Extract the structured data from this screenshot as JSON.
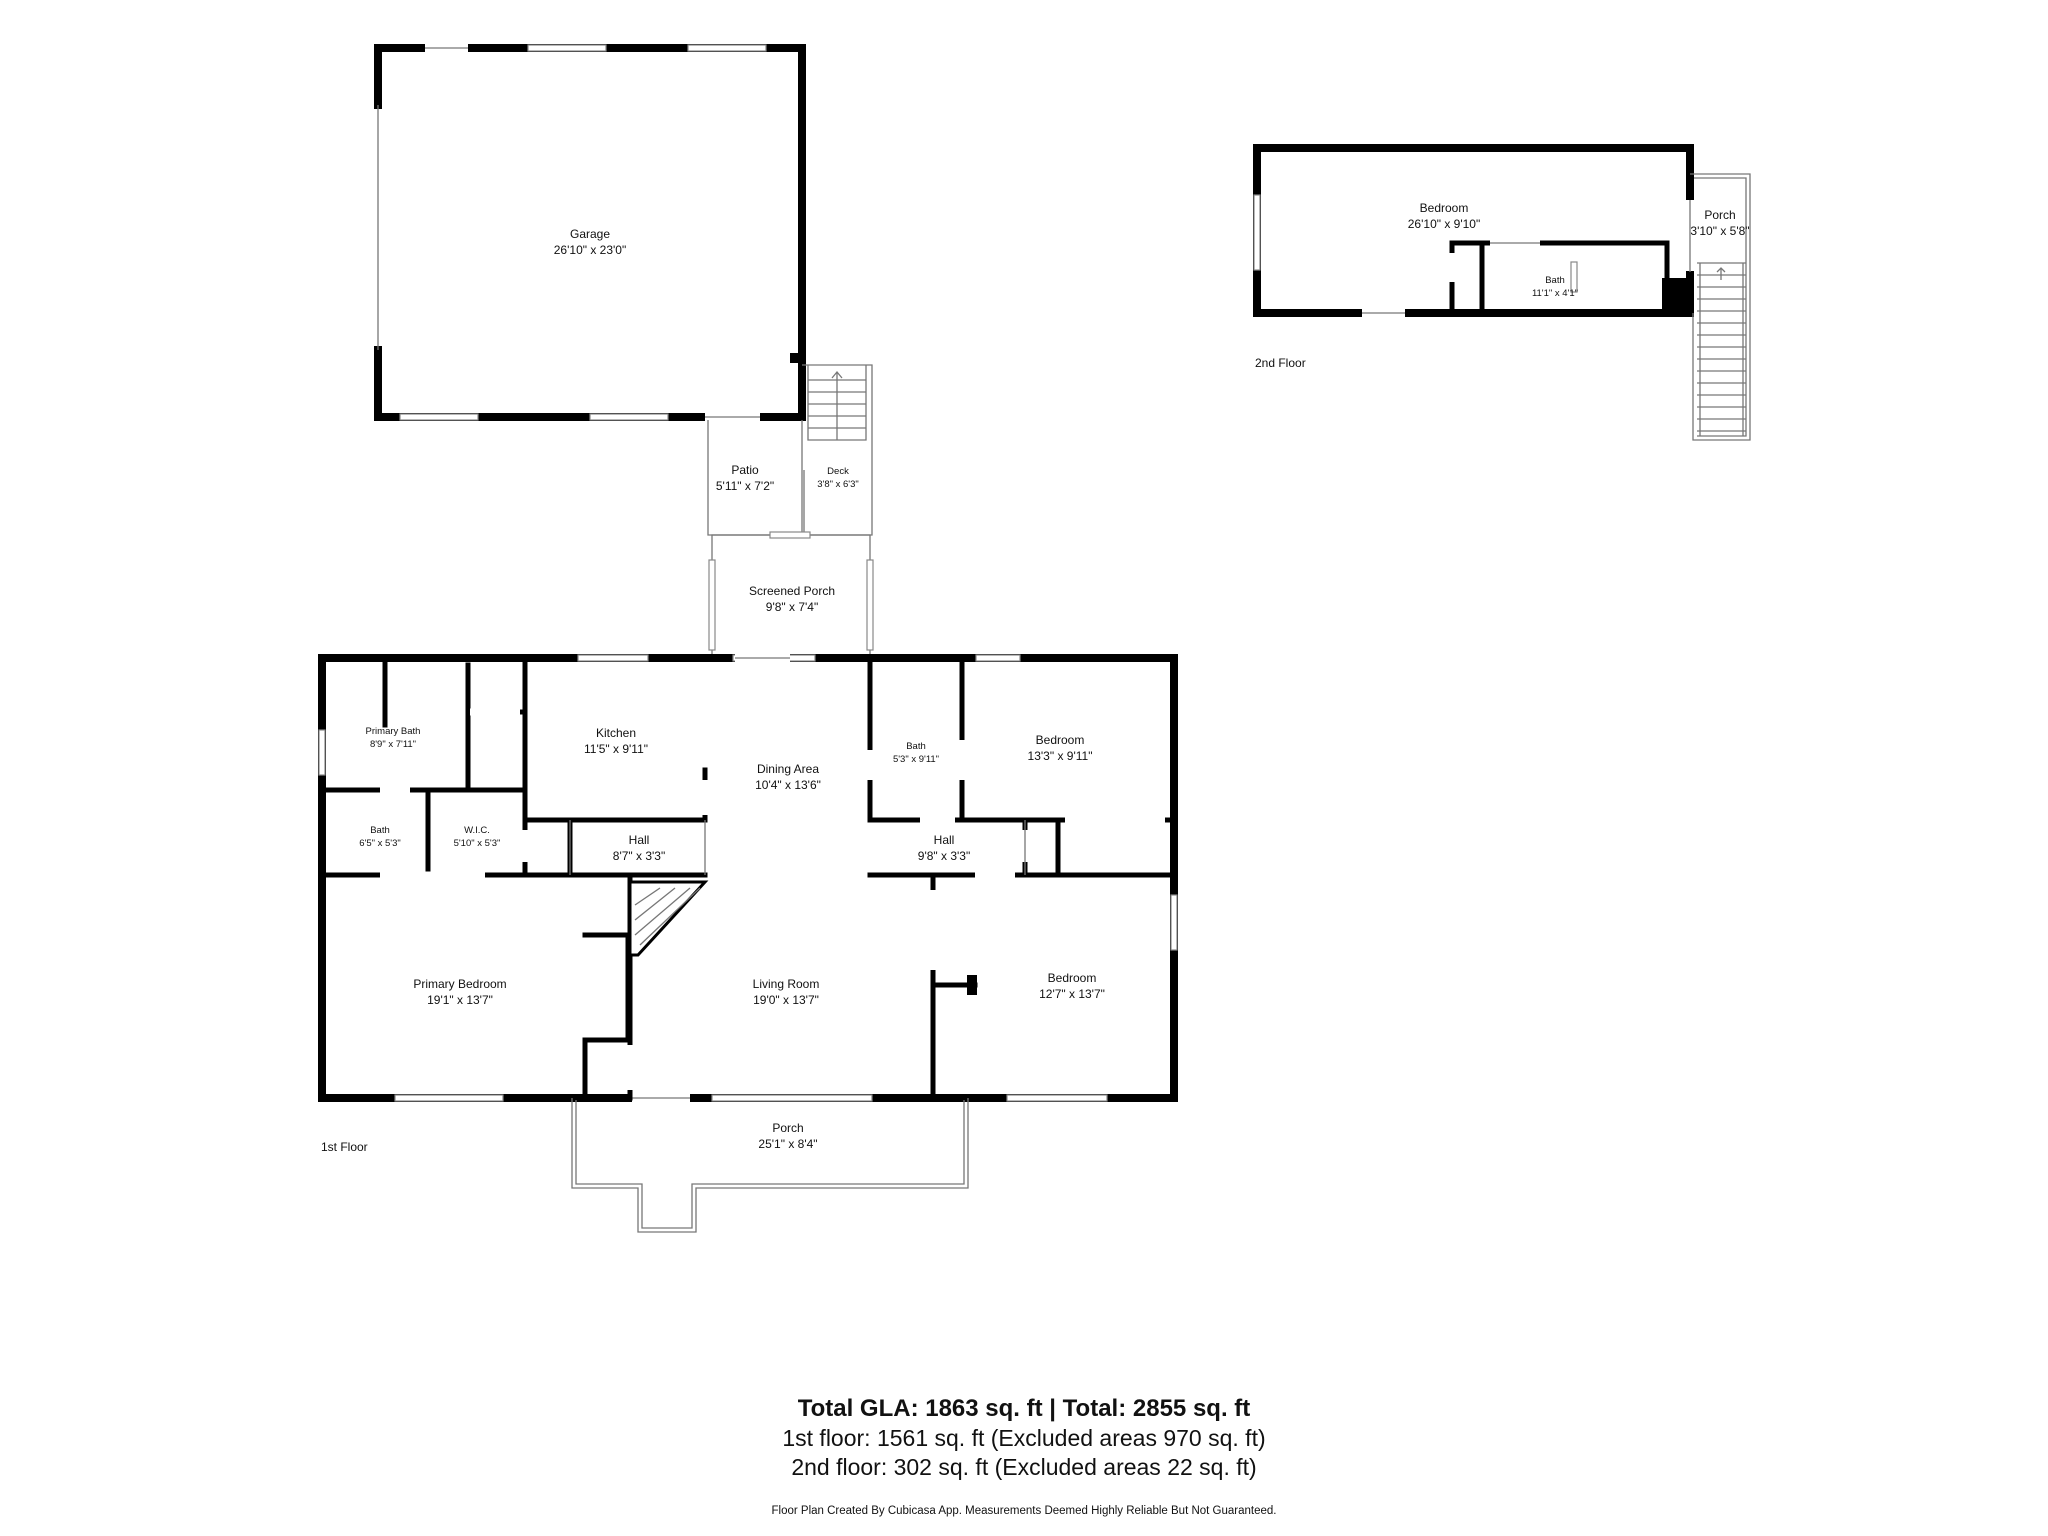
{
  "rooms": {
    "garage": {
      "name": "Garage",
      "dim": "26'10\" x 23'0\""
    },
    "patio": {
      "name": "Patio",
      "dim": "5'11\" x 7'2\""
    },
    "deck": {
      "name": "Deck",
      "dim": "3'8\" x 6'3\""
    },
    "screened_porch": {
      "name": "Screened Porch",
      "dim": "9'8\" x 7'4\""
    },
    "primary_bath": {
      "name": "Primary Bath",
      "dim": "8'9\" x 7'11\""
    },
    "kitchen": {
      "name": "Kitchen",
      "dim": "11'5\" x 9'11\""
    },
    "dining_area": {
      "name": "Dining Area",
      "dim": "10'4\" x 13'6\""
    },
    "bath_1": {
      "name": "Bath",
      "dim": "5'3\" x 9'11\""
    },
    "bedroom_1": {
      "name": "Bedroom",
      "dim": "13'3\" x 9'11\""
    },
    "bath_2": {
      "name": "Bath",
      "dim": "6'5\" x 5'3\""
    },
    "wic": {
      "name": "W.I.C.",
      "dim": "5'10\" x 5'3\""
    },
    "hall_1": {
      "name": "Hall",
      "dim": "8'7\" x 3'3\""
    },
    "hall_2": {
      "name": "Hall",
      "dim": "9'8\" x 3'3\""
    },
    "primary_bedroom": {
      "name": "Primary Bedroom",
      "dim": "19'1\" x 13'7\""
    },
    "living_room": {
      "name": "Living Room",
      "dim": "19'0\" x 13'7\""
    },
    "bedroom_2": {
      "name": "Bedroom",
      "dim": "12'7\" x 13'7\""
    },
    "porch_1": {
      "name": "Porch",
      "dim": "25'1\" x 8'4\""
    },
    "bedroom_up": {
      "name": "Bedroom",
      "dim": "26'10\" x 9'10\""
    },
    "bath_up": {
      "name": "Bath",
      "dim": "11'1\" x 4'1\""
    },
    "porch_up": {
      "name": "Porch",
      "dim": "3'10\" x 5'8\""
    }
  },
  "floors": {
    "first": "1st Floor",
    "second": "2nd Floor"
  },
  "summary": {
    "total": "Total GLA: 1863 sq. ft | Total: 2855 sq. ft",
    "first": "1st floor: 1561 sq. ft (Excluded areas 970 sq. ft)",
    "second": "2nd floor: 302 sq. ft (Excluded areas 22 sq. ft)",
    "disclaimer": "Floor Plan Created By Cubicasa App. Measurements Deemed Highly Reliable But Not Guaranteed."
  }
}
